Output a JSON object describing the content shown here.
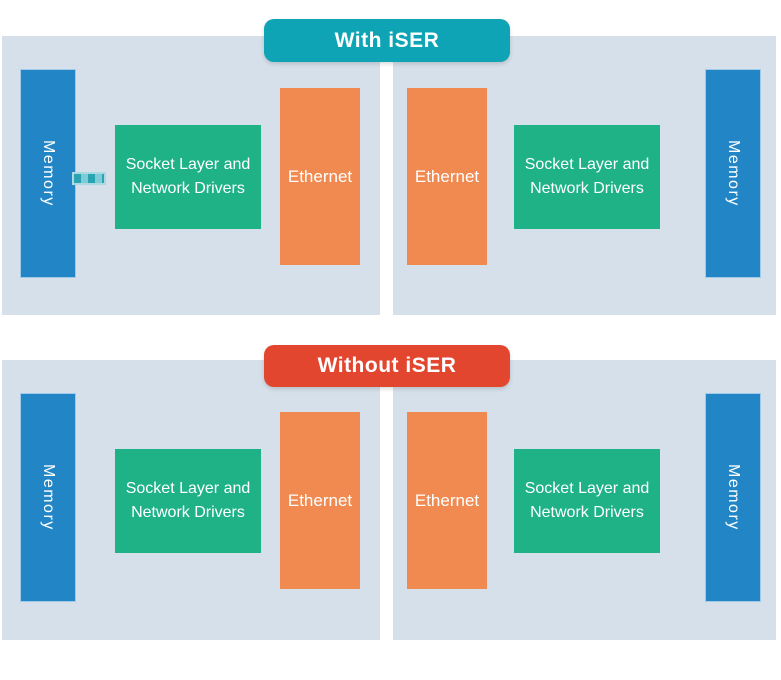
{
  "colors": {
    "page_bg": "#ffffff",
    "panel_bg": "#d6e0ea",
    "memory_blue": "#2286c6",
    "memory_edge": "#9fcbe9",
    "socket_green": "#1eb286",
    "ethernet_orange": "#f08a50",
    "with_iser_teal": "#0ea4b5",
    "without_iser_red": "#e3462f",
    "connector_dark_teal": "#2aa3b3",
    "connector_light_teal": "#7fccd8",
    "connector_border": "#abd9e1"
  },
  "with_iser": {
    "banner_label": "With iSER",
    "left_host": {
      "memory_label": "Memory",
      "socket_line1": "Socket Layer and",
      "socket_line2": "Network Drivers",
      "ethernet_label": "Ethernet"
    },
    "right_host": {
      "ethernet_label": "Ethernet",
      "socket_line1": "Socket Layer and",
      "socket_line2": "Network Drivers",
      "memory_label": "Memory"
    }
  },
  "without_iser": {
    "banner_label": "Without iSER",
    "left_host": {
      "memory_label": "Memory",
      "socket_line1": "Socket Layer and",
      "socket_line2": "Network Drivers",
      "ethernet_label": "Ethernet"
    },
    "right_host": {
      "ethernet_label": "Ethernet",
      "socket_line1": "Socket Layer and",
      "socket_line2": "Network Drivers",
      "memory_label": "Memory"
    }
  }
}
